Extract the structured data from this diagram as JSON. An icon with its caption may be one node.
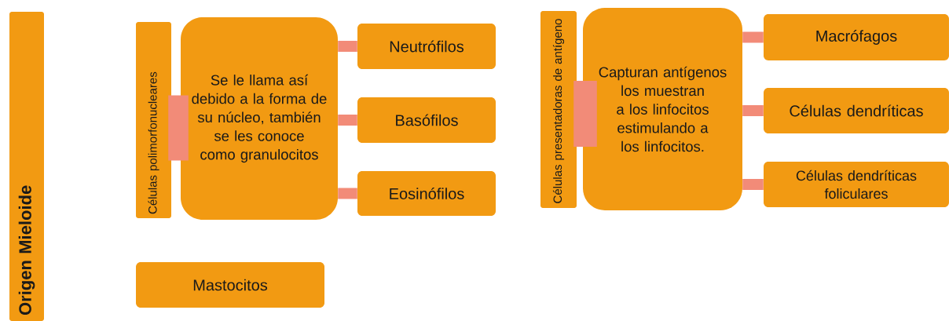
{
  "diagram": {
    "nodes": [
      {
        "text": [
          "Origen Mieloide"
        ]
      },
      {
        "text": [
          "Células polimorfonucleares"
        ]
      },
      {
        "text": [
          "Se le llama así debido a la forma de su núcleo, también se les conoce como granulocitos"
        ]
      },
      {
        "text": [
          "Neutrófilos"
        ]
      },
      {
        "text": [
          "Basófilos"
        ]
      },
      {
        "text": [
          "Eosinófilos"
        ]
      },
      {
        "text": [
          "Mastocitos"
        ]
      },
      {
        "text": [
          "Células presentadoras de antígeno"
        ]
      },
      {
        "text": [
          "Capturan antígenos los muestran a los linfocitos estimulando a los linfocitos."
        ]
      },
      {
        "text": [
          "Macrófagos"
        ]
      },
      {
        "text": [
          "Células dendríticas"
        ]
      },
      {
        "text": [
          "Células dendríticas foliculares"
        ]
      }
    ],
    "edges": [
      {
        "from": 1,
        "to": 2,
        "arrow": "none",
        "style": "thick"
      },
      {
        "from": 2,
        "to": 3,
        "arrow": "none"
      },
      {
        "from": 2,
        "to": 4,
        "arrow": "none"
      },
      {
        "from": 2,
        "to": 5,
        "arrow": "none"
      },
      {
        "from": 7,
        "to": 8,
        "arrow": "none",
        "style": "thick"
      },
      {
        "from": 8,
        "to": 9,
        "arrow": "none"
      },
      {
        "from": 8,
        "to": 10,
        "arrow": "none"
      },
      {
        "from": 8,
        "to": 11,
        "arrow": "none"
      }
    ]
  }
}
